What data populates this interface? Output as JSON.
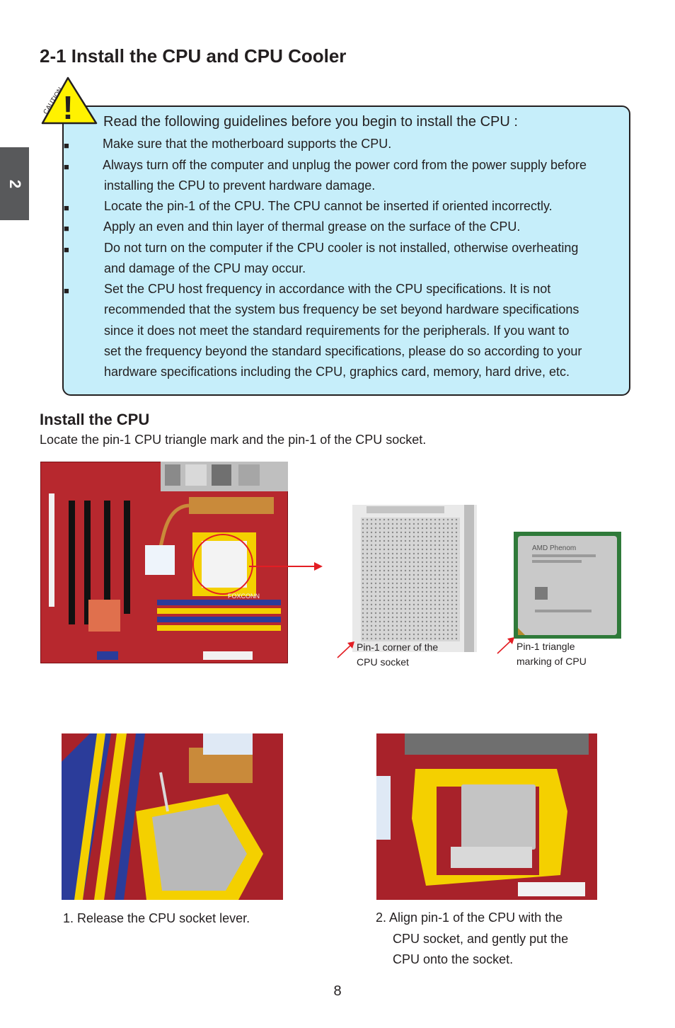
{
  "side_tab": {
    "chapter": "2"
  },
  "title": "2-1 Install the CPU and CPU Cooler",
  "caution": {
    "icon_label": "CAUTION",
    "icon_mark": "!",
    "lead": "Read the following guidelines before you begin to install the CPU :",
    "bullet_glyph": "■",
    "lines": [
      "Make sure that the motherboard supports the CPU.",
      "Always turn off the computer and unplug the power cord from the power supply before",
      "installing the CPU to prevent hardware damage.",
      "Locate the pin-1 of the CPU. The CPU cannot be inserted if oriented incorrectly.",
      "Apply an even and thin layer of thermal grease on the surface of the CPU.",
      "Do not turn on the computer if the CPU cooler is not installed, otherwise overheating",
      "and damage of the CPU may occur.",
      "Set the CPU host frequency in accordance with the CPU specifications. It is not",
      "recommended that the system bus frequency be set beyond hardware specifications",
      "since it does not meet the standard requirements for the peripherals. If you want to",
      "set the frequency beyond the standard specifications, please do so according to your",
      "hardware specifications including the CPU, graphics card, memory, hard drive, etc."
    ]
  },
  "install_cpu": {
    "heading": "Install the CPU",
    "description": "Locate the pin-1 CPU triangle mark and the pin-1 of the CPU socket."
  },
  "photos": {
    "socket_label": [
      "Pin-1 corner of the",
      "CPU socket"
    ],
    "cpu_label": [
      "Pin-1 triangle",
      "marking of CPU"
    ],
    "board_brand": "FOXCONN",
    "cpu_text": "AMD Phenom"
  },
  "steps": {
    "step1": "1. Release the CPU socket lever.",
    "step2": [
      "2.  Align  pin-1  of  the  CPU  with  the",
      "CPU  socket,  and  gently  put  the",
      "CPU onto the socket."
    ]
  },
  "page_number": "8",
  "colors": {
    "caution_fill": "#c6eefa",
    "caution_triangle": "#fff200",
    "tab": "#58595b",
    "board_red": "#b7282e",
    "arrow_red": "#e31e24"
  }
}
